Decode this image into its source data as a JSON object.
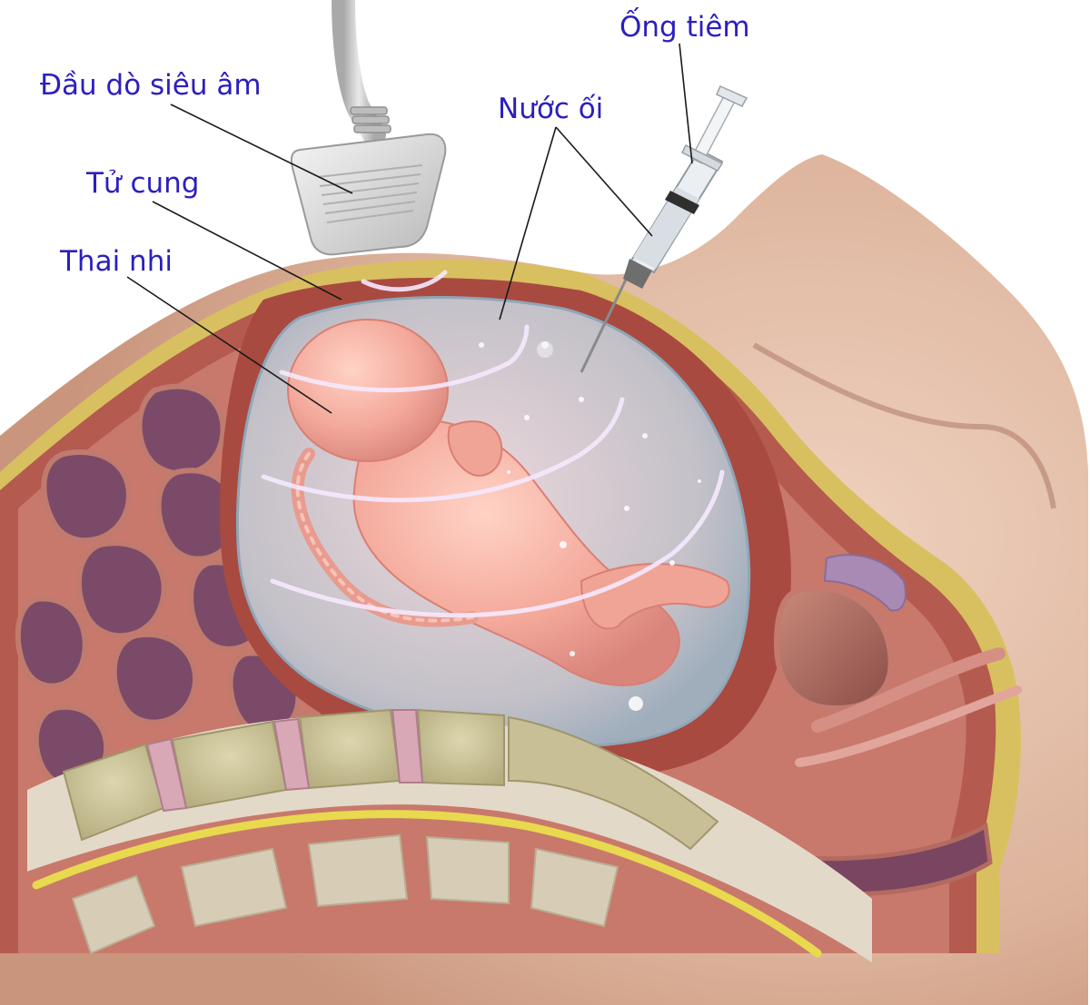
{
  "labels": {
    "syringe": "Ống tiêm",
    "probe": "Đầu dò siêu âm",
    "amniotic_fluid": "Nước ối",
    "uterus": "Tử cung",
    "fetus": "Thai nhi"
  },
  "colors": {
    "label_text": "#2b1fbf",
    "leader_line": "#1a1a1a",
    "skin": "#e3bca6",
    "tissue": "#b85e52",
    "fat": "#d9c25e",
    "intestine": "#7a4a66",
    "amniotic_sac": "#c7d7e2",
    "fetus": "#f2a697",
    "vertebra": "#cdc59a",
    "disc": "#d9a8b6",
    "spinal_cord": "#e6d84a",
    "probe": "#e2e2e2",
    "cable": "#c9c9c9",
    "ultrasound_wave": "#f4e6ff"
  }
}
